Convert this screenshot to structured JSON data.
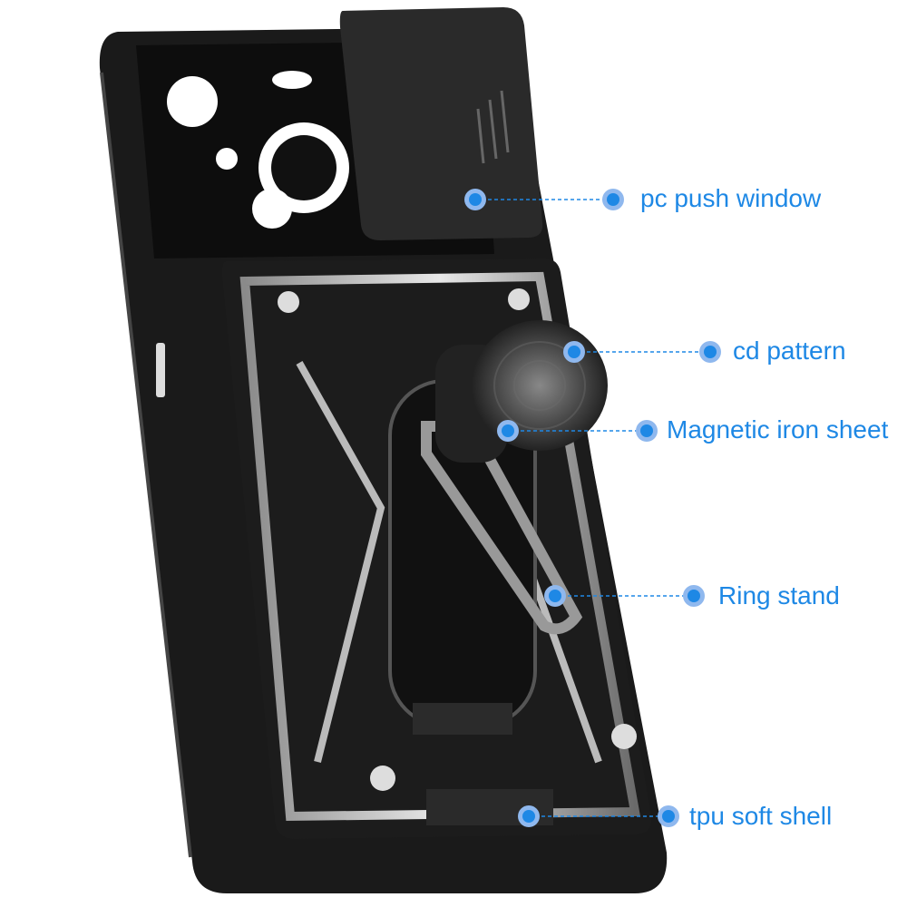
{
  "accent_color": "#1e88e5",
  "callouts": [
    {
      "label": "pc push window"
    },
    {
      "label": "cd pattern"
    },
    {
      "label": "Magnetic iron sheet"
    },
    {
      "label": "Ring stand"
    },
    {
      "label": "tpu soft shell"
    }
  ]
}
